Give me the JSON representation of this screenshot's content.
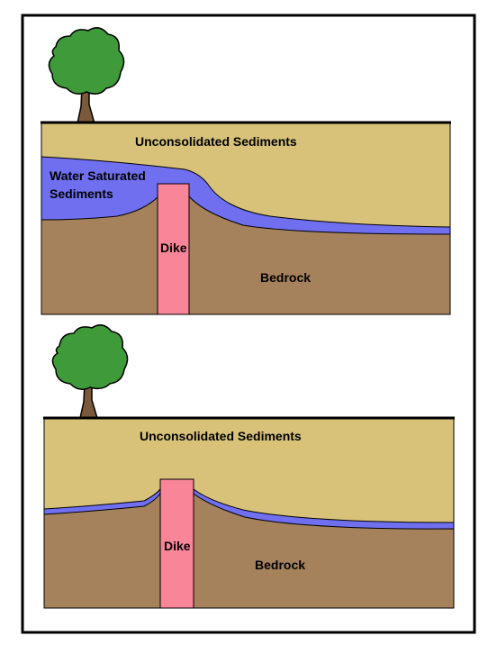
{
  "colors": {
    "background": "#ffffff",
    "frame": "#000000",
    "sediment": "#d8c27a",
    "water": "#6f6ff0",
    "bedrock": "#a5825c",
    "dike": "#f98599",
    "tree_foliage": "#3f9a3a",
    "tree_trunk": "#7a5a3a"
  },
  "icons": {
    "tree": "tree-icon"
  },
  "panels": [
    {
      "sediments_label": "Unconsolidated Sediments",
      "water_label_line1": "Water Saturated",
      "water_label_line2": "Sediments",
      "dike_label": "Dike",
      "bedrock_label": "Bedrock"
    },
    {
      "sediments_label": "Unconsolidated Sediments",
      "dike_label": "Dike",
      "bedrock_label": "Bedrock"
    }
  ]
}
